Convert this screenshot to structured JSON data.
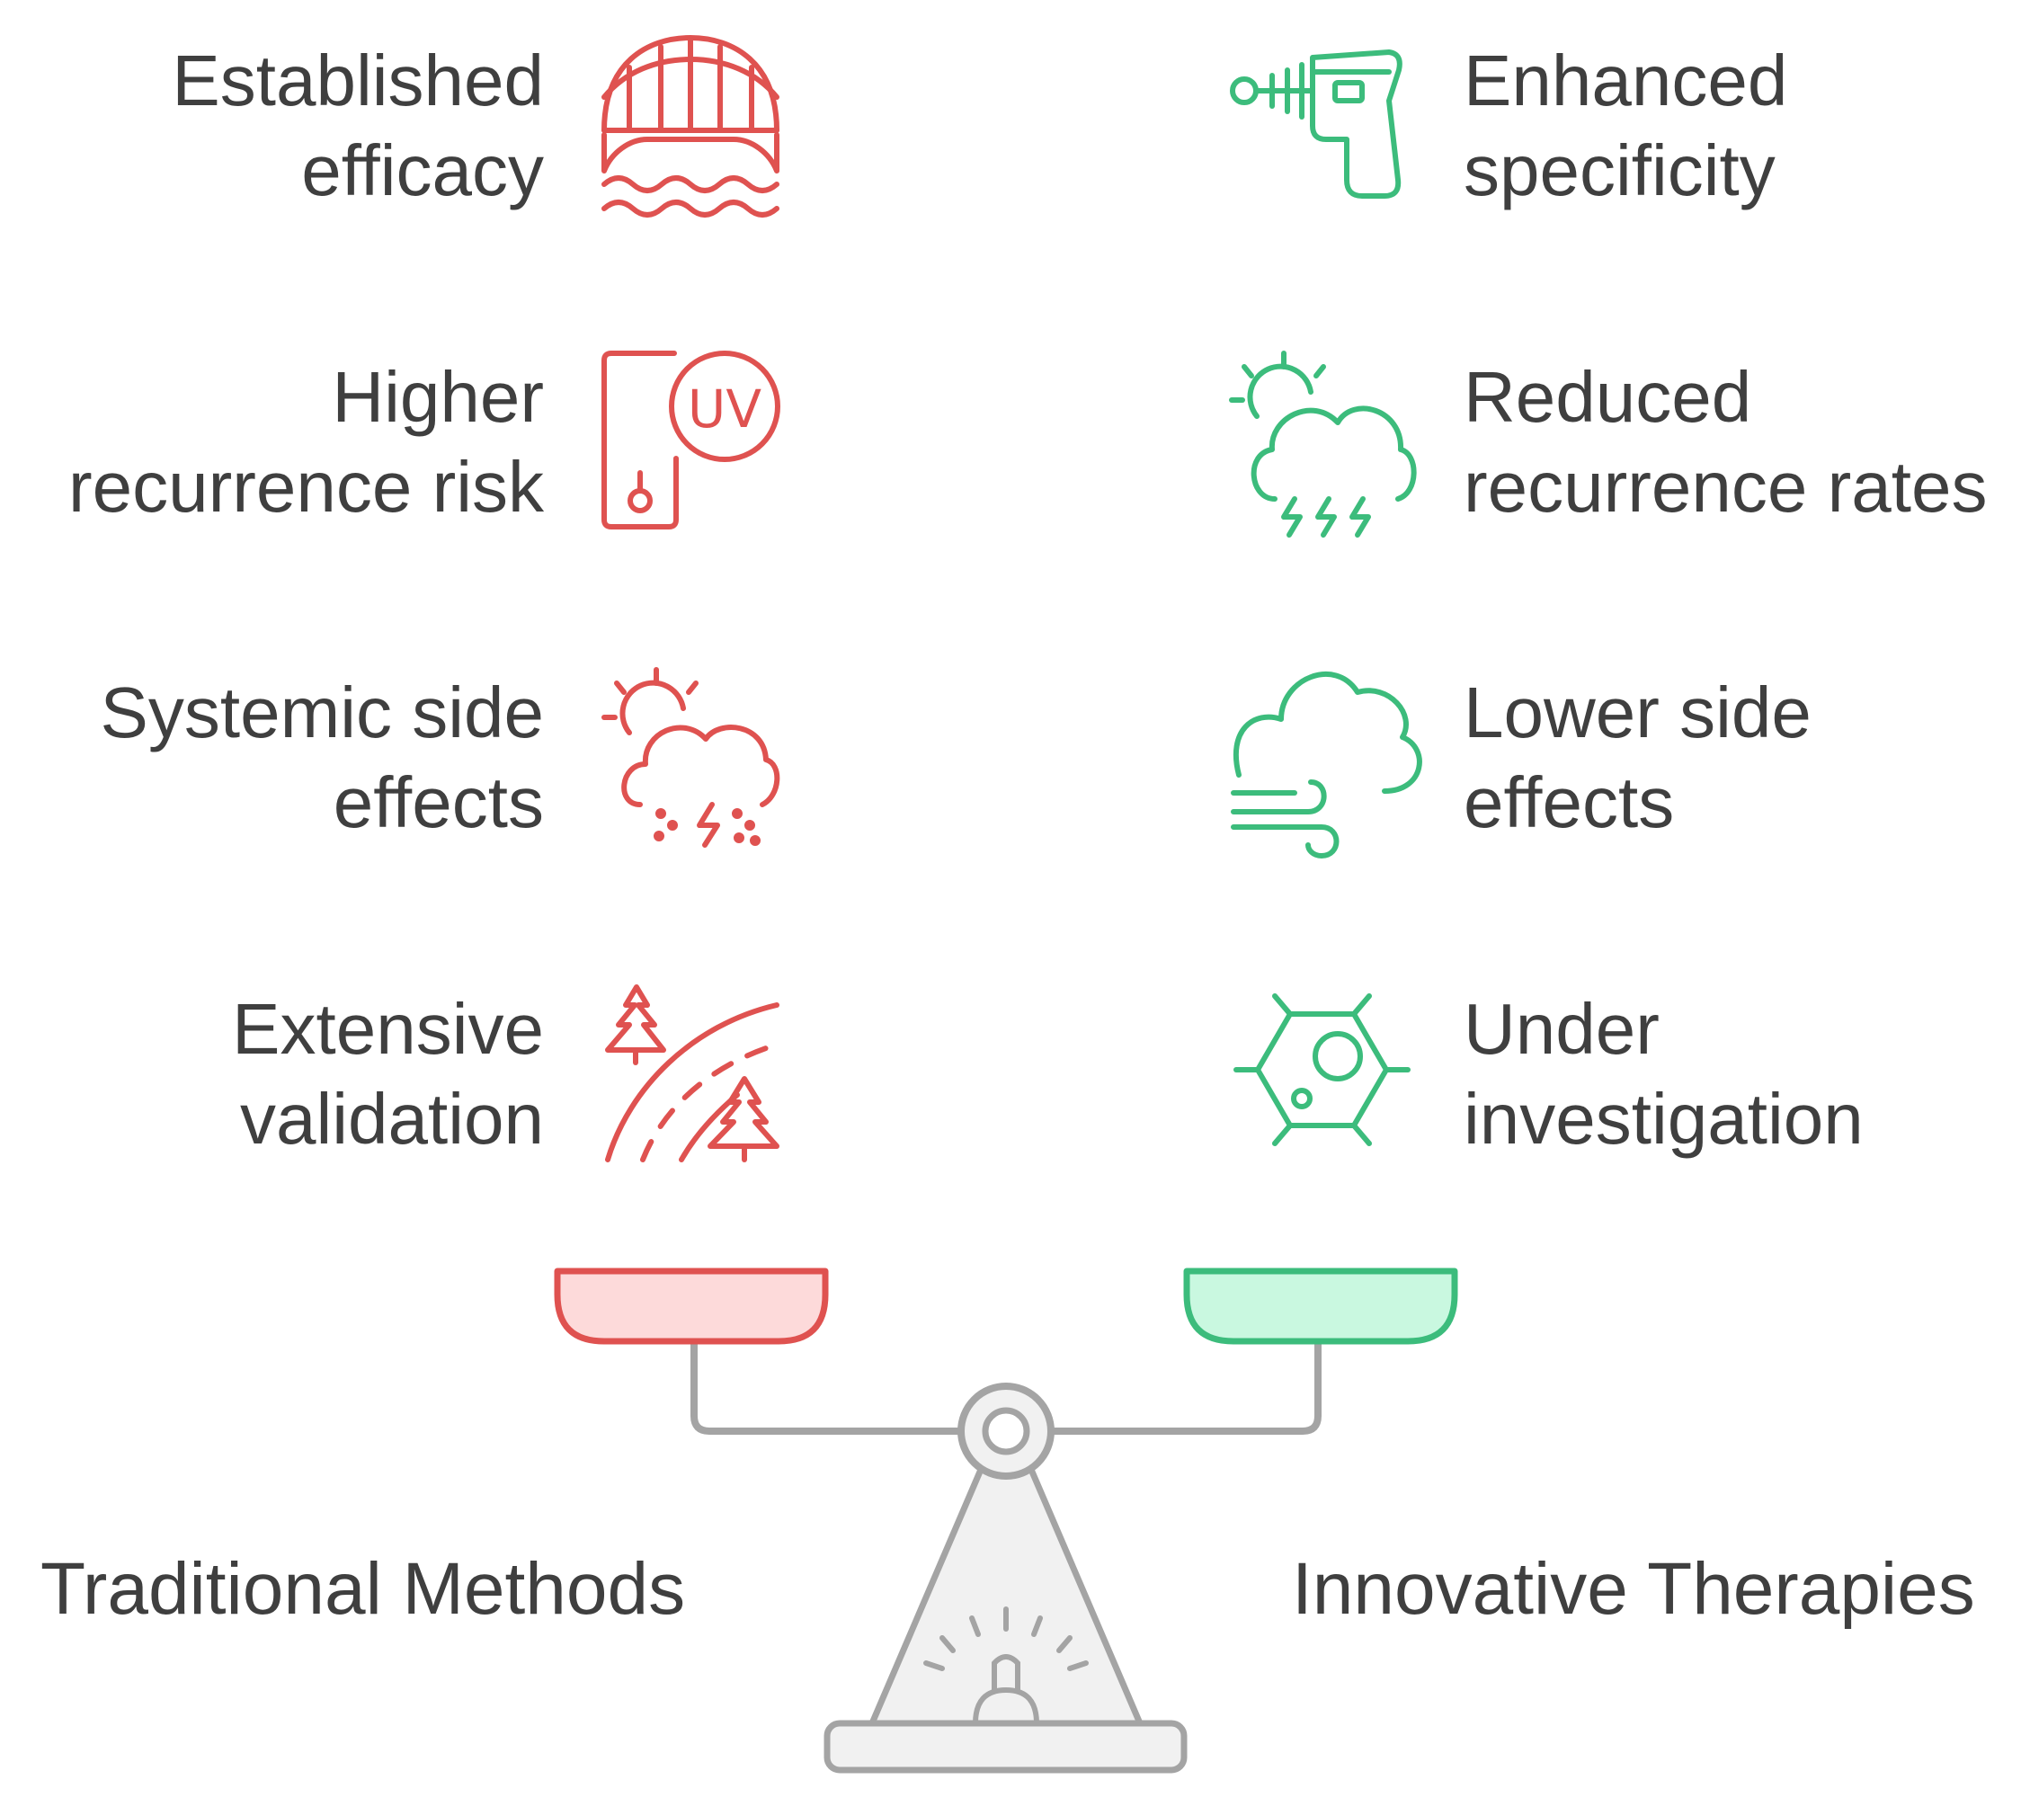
{
  "colors": {
    "traditional": "#df5250",
    "traditional_fill": "#fddada",
    "innovative": "#3cbc7c",
    "innovative_fill": "#c9f8e0",
    "scale": "#a4a4a4",
    "scale_fill": "#f1f1f1",
    "text": "#3f3f3f"
  },
  "traditional": {
    "title": "Traditional Methods",
    "items": [
      {
        "icon": "bridge-water-icon",
        "lines": [
          "Established",
          "efficacy"
        ]
      },
      {
        "icon": "uv-phone-icon",
        "lines": [
          "Higher",
          "recurrence risk"
        ]
      },
      {
        "icon": "storm-cloud-icon",
        "lines": [
          "Systemic side",
          "effects"
        ]
      },
      {
        "icon": "road-trees-icon",
        "lines": [
          "Extensive",
          "validation"
        ]
      }
    ]
  },
  "innovative": {
    "title": "Innovative Therapies",
    "items": [
      {
        "icon": "ray-gun-icon",
        "lines": [
          "Enhanced",
          "specificity"
        ]
      },
      {
        "icon": "thunder-cloud-icon",
        "lines": [
          "Reduced",
          "recurrence rates"
        ]
      },
      {
        "icon": "wind-cloud-icon",
        "lines": [
          "Lower side",
          "effects"
        ]
      },
      {
        "icon": "cell-virus-icon",
        "lines": [
          "Under",
          "investigation"
        ]
      }
    ]
  }
}
